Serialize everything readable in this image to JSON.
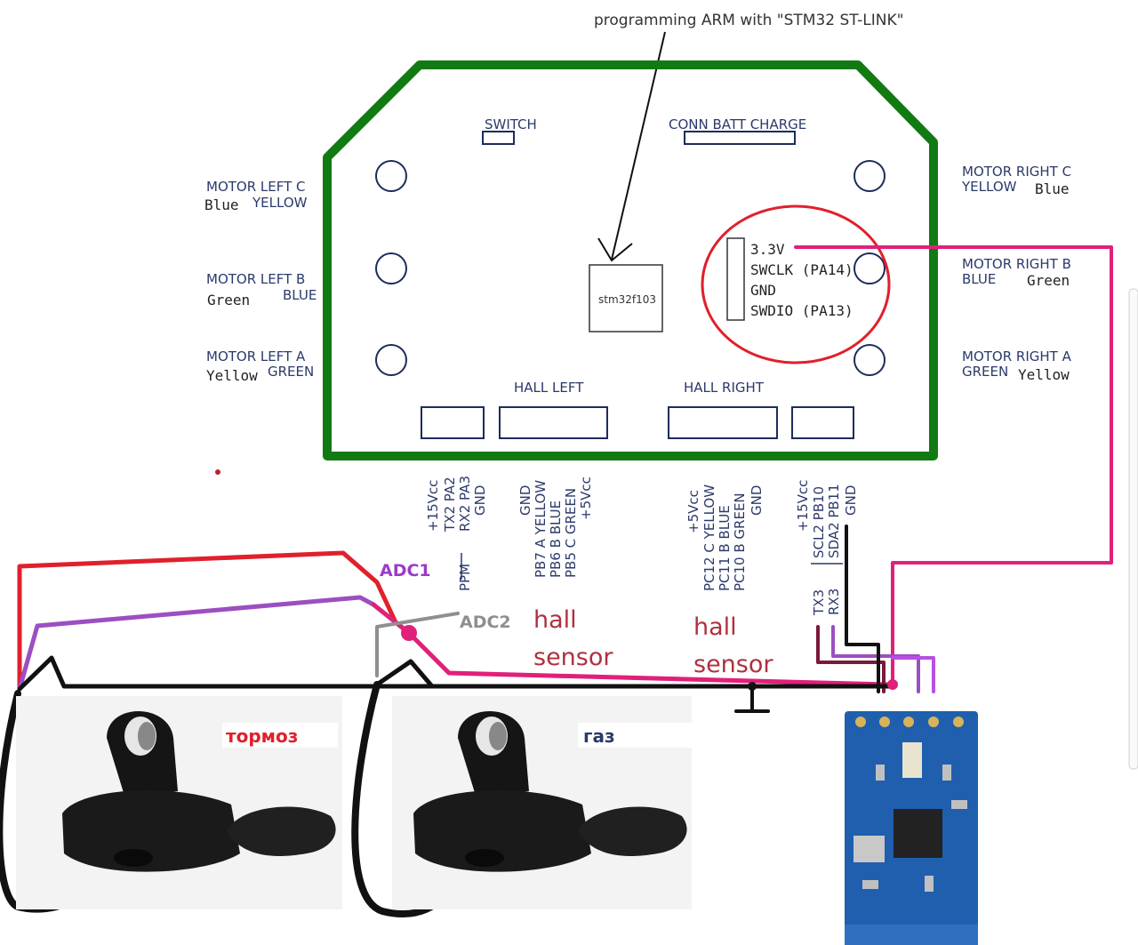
{
  "annotation_top": "programming ARM with \"STM32 ST-LINK\"",
  "board": {
    "switch_label": "SWITCH",
    "conn_batt_label": "CONN BATT CHARGE",
    "chip_label": "stm32f103",
    "hall_left_label": "HALL LEFT",
    "hall_right_label": "HALL RIGHT",
    "swd_pins": [
      "3.3V",
      "SWCLK (PA14)",
      "GND",
      "SWDIO (PA13)"
    ],
    "motor_left": [
      {
        "name": "MOTOR LEFT C",
        "sub1": "Blue",
        "sub2": "YELLOW"
      },
      {
        "name": "MOTOR LEFT B",
        "sub1": "Green",
        "sub2": "BLUE"
      },
      {
        "name": "MOTOR LEFT A",
        "sub1": "Yellow",
        "sub2": "GREEN"
      }
    ],
    "motor_right": [
      {
        "name": "MOTOR RIGHT C",
        "sub1": "YELLOW",
        "sub2": "Blue"
      },
      {
        "name": "MOTOR RIGHT B",
        "sub1": "BLUE",
        "sub2": "Green"
      },
      {
        "name": "MOTOR RIGHT A",
        "sub1": "GREEN",
        "sub2": "Yellow"
      }
    ]
  },
  "pin_groups": {
    "uart_left": [
      "+15Vcc",
      "TX2 PA2",
      "RX2 PA3",
      "GND"
    ],
    "uart_left_ppm": "PPM",
    "hall_left": [
      "GND",
      "PB7 A YELLOW",
      "PB6 B BLUE",
      "PB5 C GREEN",
      "+5Vcc"
    ],
    "hall_right": [
      "+5Vcc",
      "PC12 C YELLOW",
      "PC11 B BLUE",
      "PC10 B GREEN",
      "GND"
    ],
    "uart_right": [
      "+15Vcc",
      "SCL2 PB10",
      "SDA2 PB11",
      "GND"
    ],
    "uart_right_tx_rx": [
      "TX3",
      "RX3"
    ]
  },
  "labels": {
    "adc1": "ADC1",
    "adc2": "ADC2",
    "hall_sensor_1": [
      "hall",
      "sensor"
    ],
    "hall_sensor_2": [
      "hall",
      "sensor"
    ],
    "brake": "тормоз",
    "throttle": "газ"
  },
  "colors": {
    "board_outline": "#127a12",
    "red_wire": "#e0202c",
    "purple_wire": "#9b4fc0",
    "magenta_wire": "#e0207a",
    "gray_wire": "#8f8f8f",
    "black_wire": "#111111",
    "circle_highlight": "#e0202c",
    "label_text": "#2b3a6b",
    "pcb_blue": "#1f5fae",
    "adc1_color": "#9a3cc8",
    "hall_sensor_color": "#b03040"
  },
  "icons": {
    "brake_lever": "thumb-lever-icon",
    "throttle_lever": "thumb-lever-icon",
    "bluetooth_module": "bluetooth-module-icon"
  }
}
